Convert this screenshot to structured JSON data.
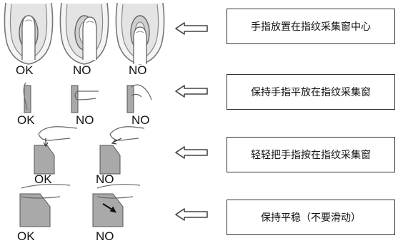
{
  "instructions": [
    {
      "text": "手指放置在指纹采集窗中心",
      "labels": [
        "OK",
        "NO",
        "NO"
      ]
    },
    {
      "text": "保持手指平放在指纹采集窗",
      "labels": [
        "OK",
        "NO",
        "NO"
      ]
    },
    {
      "text": "轻轻把手指按在指纹采集窗",
      "labels": [
        "OK",
        "NO"
      ]
    },
    {
      "text": "保持平稳（不要滑动）",
      "labels": [
        "OK",
        "NO"
      ]
    }
  ],
  "colors": {
    "sensor": "#a9a9a9",
    "line": "#555555",
    "arrow_stroke": "#444444"
  },
  "icons": [
    "fingerprint-reader-icon",
    "finger-icon",
    "left-arrow-icon"
  ]
}
